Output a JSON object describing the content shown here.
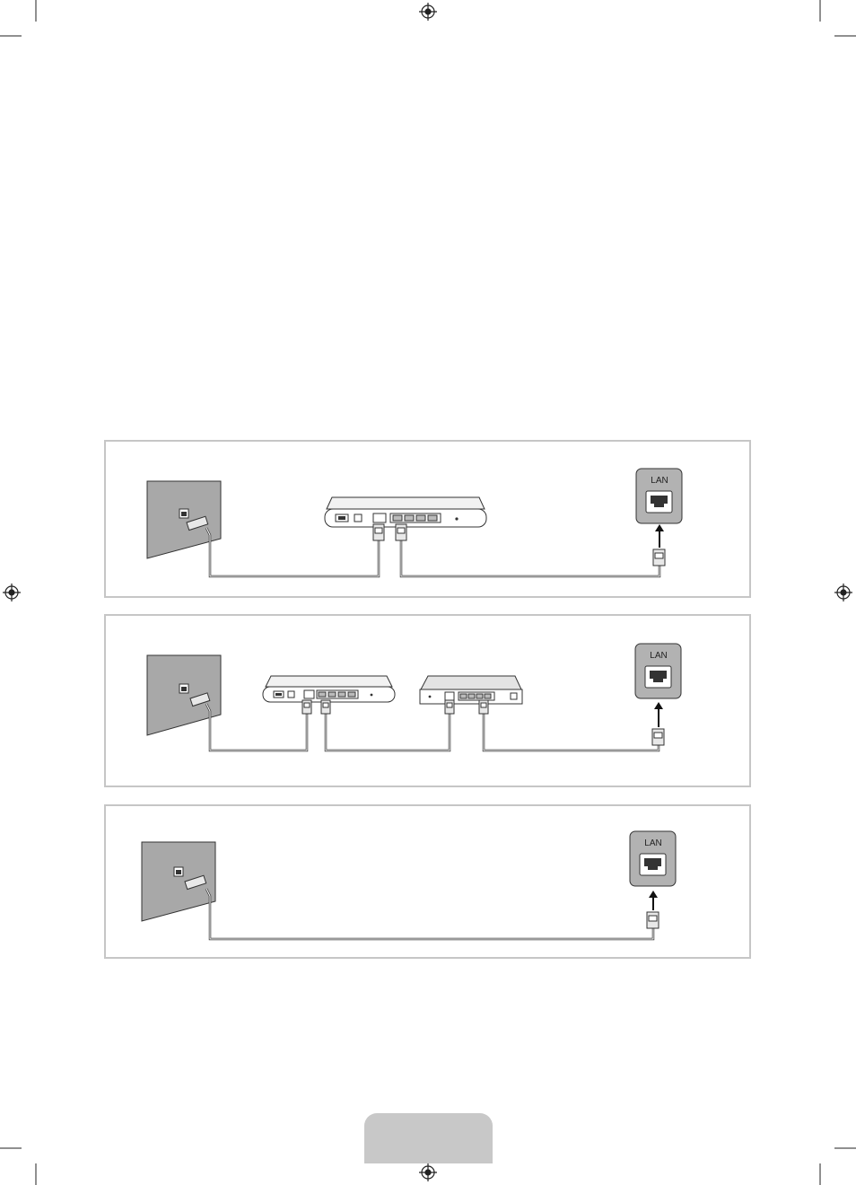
{
  "panels": [
    {
      "id": "direct-router",
      "port_label": "LAN"
    },
    {
      "id": "router-and-modem",
      "port_label": "LAN"
    },
    {
      "id": "wall-direct",
      "port_label": "LAN"
    }
  ],
  "footer": {
    "page_number": ""
  }
}
